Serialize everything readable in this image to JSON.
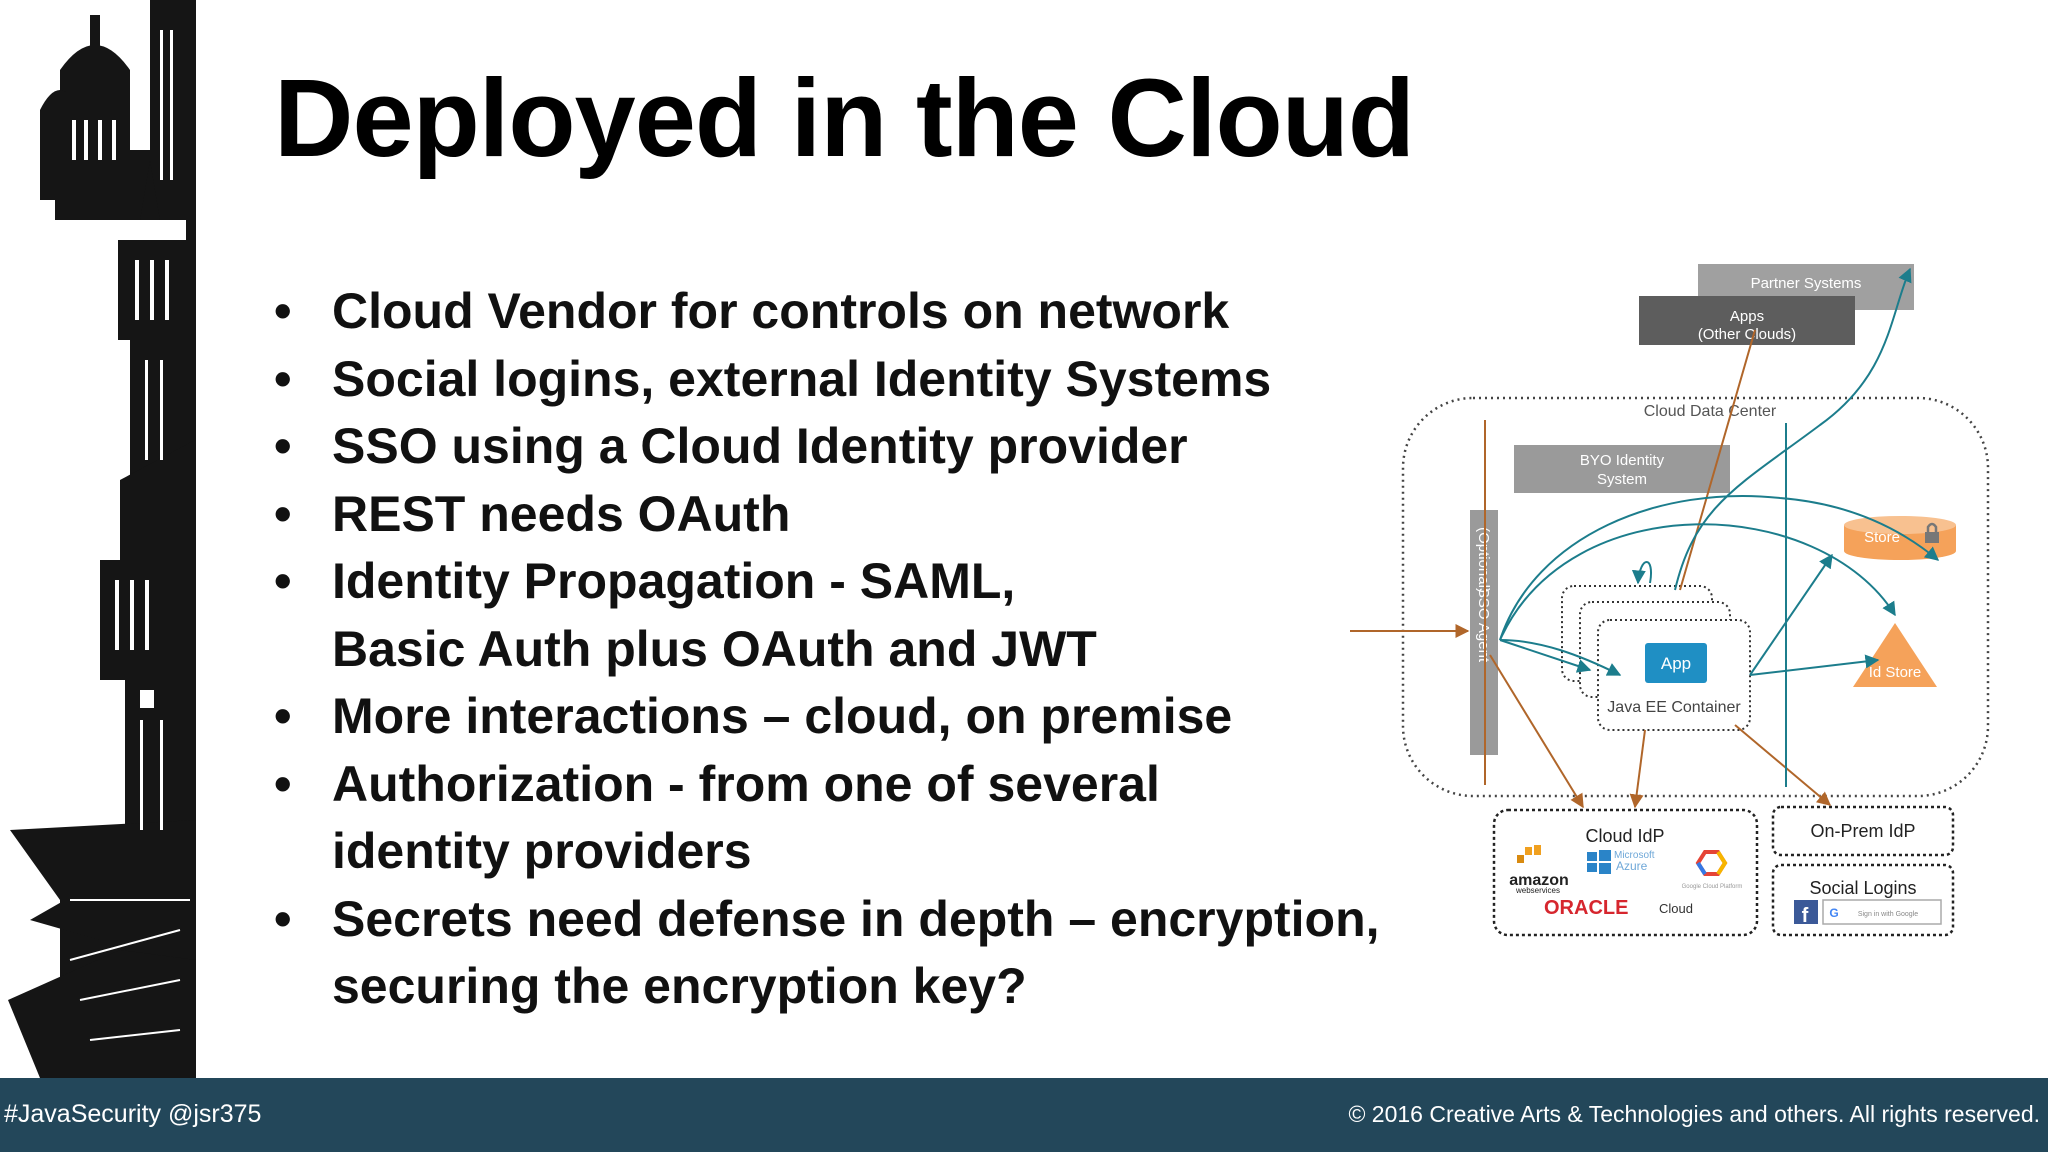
{
  "slide": {
    "title": "Deployed in the Cloud",
    "bullets": [
      {
        "lines": [
          "Cloud Vendor for controls on network"
        ]
      },
      {
        "lines": [
          "Social logins, external Identity Systems"
        ]
      },
      {
        "lines": [
          "SSO using a Cloud Identity provider"
        ]
      },
      {
        "lines": [
          "REST needs OAuth"
        ]
      },
      {
        "lines": [
          "Identity Propagation - SAML,",
          "Basic Auth plus OAuth and JWT"
        ]
      },
      {
        "lines": [
          "More interactions – cloud, on premise"
        ]
      },
      {
        "lines": [
          "Authorization - from one of several",
          "identity providers"
        ]
      },
      {
        "lines": [
          "Secrets need defense in depth – encryption,",
          "securing the encryption key?"
        ]
      }
    ]
  },
  "diagram": {
    "partner_systems": "Partner Systems",
    "apps_line1": "Apps",
    "apps_line2": "(Other Clouds)",
    "cloud_data_center": "Cloud Data Center",
    "byo_line1": "BYO Identity",
    "byo_line2": "System",
    "sso_agent": "SSO Agent",
    "sso_agent_extra": "(Optional)",
    "store": "Store",
    "id_store": "Id Store",
    "app": "App",
    "java_ee_container": "Java EE Container",
    "cloud_idp": "Cloud IdP",
    "on_prem_idp": "On-Prem IdP",
    "social_logins": "Social Logins",
    "amazon_line1": "amazon",
    "amazon_line2": "webservices",
    "microsoft_line1": "Microsoft",
    "microsoft_line2": "Azure",
    "google_label": "Google Cloud Platform",
    "oracle": "ORACLE",
    "oracle_cloud": "Cloud",
    "facebook_letter": "f",
    "google_letter": "G",
    "google_signin": "Sign in with Google"
  },
  "footer": {
    "left": "#JavaSecurity @jsr375",
    "right": "© 2016 Creative Arts & Technologies and others. All rights reserved."
  },
  "colors": {
    "footer_bg": "#23475a",
    "arrow_brown": "#b0662a",
    "arrow_teal": "#1c7d8c",
    "orange": "#f5a25a",
    "app_blue": "#1f8fc4",
    "grey_box": "#9a9a9a",
    "dark_grey_box": "#5d5d5d"
  },
  "icons": [
    "skyline-illustration",
    "lock-icon",
    "windows-logo",
    "google-cloud-logo",
    "aws-logo",
    "facebook-icon",
    "google-g-icon"
  ]
}
